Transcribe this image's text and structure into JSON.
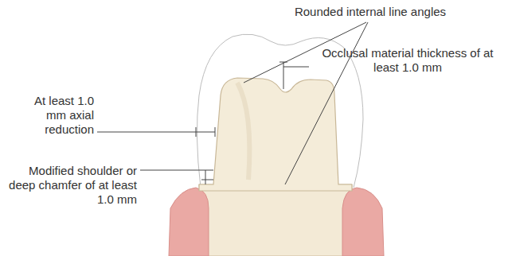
{
  "diagram": {
    "labels": [
      "Rounded internal line angles",
      "Occlusal material thickness of at least 1.0 mm",
      "At least 1.0 mm axial reduction",
      "Modified shoulder or deep chamfer of at least 1.0 mm"
    ]
  }
}
